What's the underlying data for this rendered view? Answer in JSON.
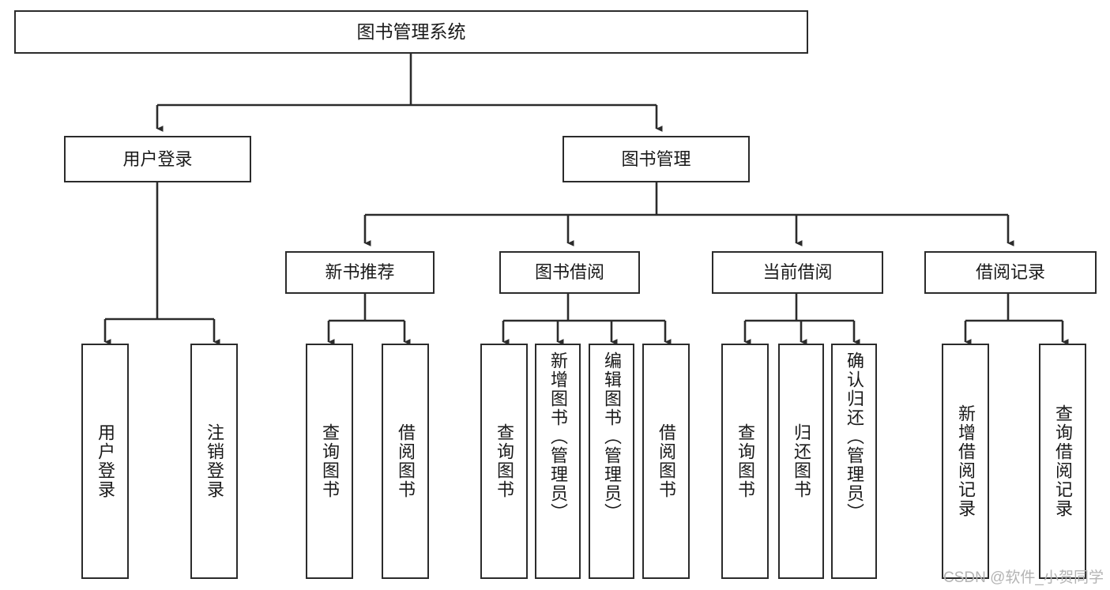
{
  "diagram": {
    "title": "图书管理系统",
    "type": "tree-hierarchy",
    "watermark": "CSDN @软件_小贺同学",
    "colors": {
      "stroke": "#2b2b2b",
      "fill": "#ffffff",
      "text": "#1a1a1a",
      "watermark": "#b4b4b4"
    }
  },
  "nodes": {
    "root": {
      "label": "图书管理系统",
      "level": 1
    },
    "level2": [
      {
        "id": "user-login",
        "label": "用户登录"
      },
      {
        "id": "book-management",
        "label": "图书管理"
      }
    ],
    "level3": [
      {
        "id": "new-book-recommend",
        "label": "新书推荐",
        "parent": "book-management"
      },
      {
        "id": "book-borrow",
        "label": "图书借阅",
        "parent": "book-management"
      },
      {
        "id": "current-borrow",
        "label": "当前借阅",
        "parent": "book-management"
      },
      {
        "id": "borrow-record",
        "label": "借阅记录",
        "parent": "book-management"
      }
    ],
    "leaves": [
      {
        "id": "leaf-user-login",
        "label": "用户登录",
        "parent": "user-login"
      },
      {
        "id": "leaf-logout",
        "label": "注销登录",
        "parent": "user-login"
      },
      {
        "id": "leaf-query-book-1",
        "label": "查询图书",
        "parent": "new-book-recommend"
      },
      {
        "id": "leaf-borrow-book-1",
        "label": "借阅图书",
        "parent": "new-book-recommend"
      },
      {
        "id": "leaf-query-book-2",
        "label": "查询图书",
        "parent": "book-borrow"
      },
      {
        "id": "leaf-add-book",
        "label": "新增图书（管理员）",
        "parent": "book-borrow"
      },
      {
        "id": "leaf-edit-book",
        "label": "编辑图书（管理员）",
        "parent": "book-borrow"
      },
      {
        "id": "leaf-borrow-book-2",
        "label": "借阅图书",
        "parent": "book-borrow"
      },
      {
        "id": "leaf-query-book-3",
        "label": "查询图书",
        "parent": "current-borrow"
      },
      {
        "id": "leaf-return-book",
        "label": "归还图书",
        "parent": "current-borrow"
      },
      {
        "id": "leaf-confirm-return",
        "label": "确认归还（管理员）",
        "parent": "current-borrow"
      },
      {
        "id": "leaf-add-record",
        "label": "新增借阅记录",
        "parent": "borrow-record"
      },
      {
        "id": "leaf-query-record",
        "label": "查询借阅记录",
        "parent": "borrow-record"
      }
    ]
  }
}
